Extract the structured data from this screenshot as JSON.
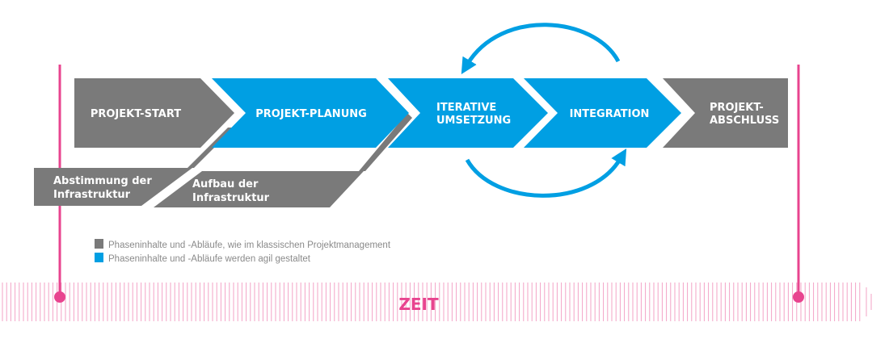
{
  "colors": {
    "classic": "#7a7a7a",
    "agile": "#009fe3",
    "time": "#e8448f"
  },
  "phases": [
    {
      "line1": "PROJEKT-START",
      "line2": "",
      "type": "classic"
    },
    {
      "line1": "PROJEKT-PLANUNG",
      "line2": "",
      "type": "agile"
    },
    {
      "line1": "ITERATIVE",
      "line2": "UMSETZUNG",
      "type": "agile"
    },
    {
      "line1": "INTEGRATION",
      "line2": "",
      "type": "agile"
    },
    {
      "line1": "PROJEKT-",
      "line2": "ABSCHLUSS",
      "type": "classic"
    }
  ],
  "sub_phases": [
    {
      "line1": "Abstimmung der",
      "line2": "Infrastruktur"
    },
    {
      "line1": "Aufbau der",
      "line2": "Infrastruktur"
    }
  ],
  "legend": [
    {
      "label": "Phaseninhalte und -Abläufe, wie im klassischen Projektmanagement",
      "type": "classic"
    },
    {
      "label": "Phaseninhalte und -Abläufe werden agil gestaltet",
      "type": "agile"
    }
  ],
  "timeline": {
    "label": "ZEIT"
  }
}
